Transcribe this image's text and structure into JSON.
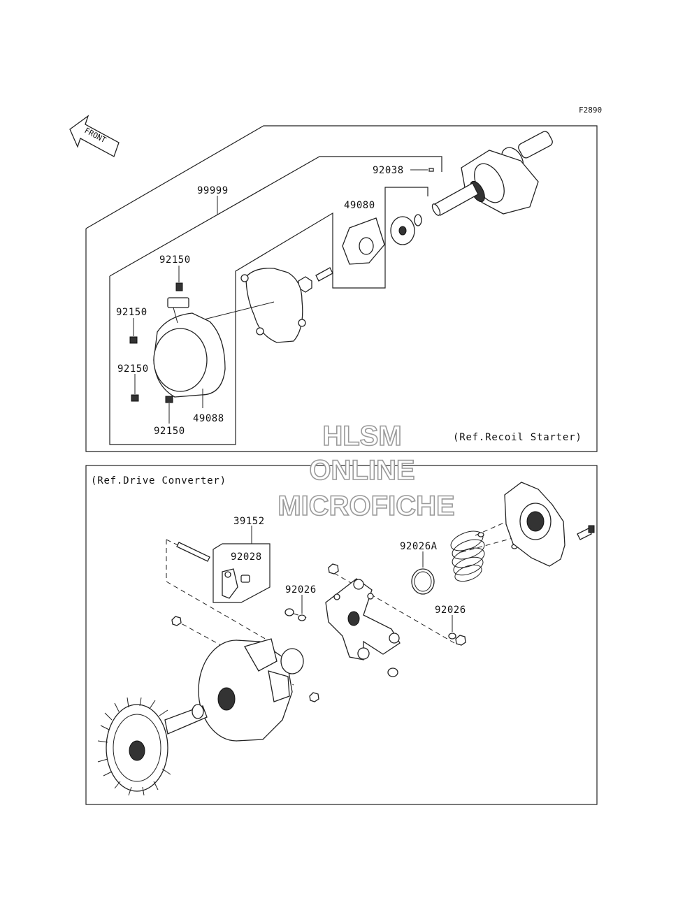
{
  "diagram_code": "F2890",
  "front_arrow_label": "FRONT",
  "watermark": {
    "line1": "HLSM",
    "line2": "ONLINE",
    "line3": "MICROFICHE"
  },
  "upper_section": {
    "ref_label": "(Ref.Recoil Starter)",
    "parts": {
      "assembly": "99999",
      "pin": "92038",
      "pulley": "49080",
      "bolt_top": "92150",
      "bolt_left": "92150",
      "bolt_lower_left": "92150",
      "bolt_bottom": "92150",
      "housing": "49088"
    }
  },
  "lower_section": {
    "ref_label": "(Ref.Drive Converter)",
    "parts": {
      "weight_kit": "39152",
      "collar": "92028",
      "spring_washer": "92026A",
      "spacer_left": "92026",
      "spacer_right": "92026"
    }
  }
}
